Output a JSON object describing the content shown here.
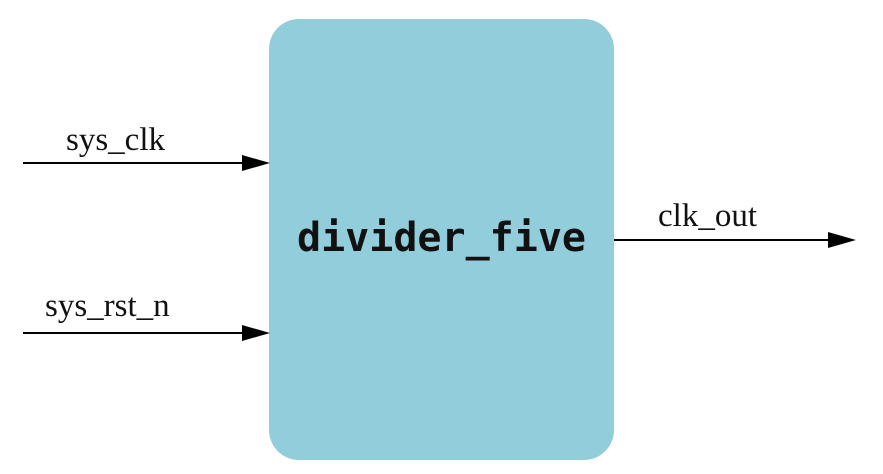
{
  "module": {
    "name": "divider_five",
    "fill_color": "#92CDDC"
  },
  "ports": {
    "inputs": [
      {
        "name": "sys_clk"
      },
      {
        "name": "sys_rst_n"
      }
    ],
    "outputs": [
      {
        "name": "clk_out"
      }
    ]
  },
  "colors": {
    "line": "#000000",
    "text": "#111111"
  }
}
